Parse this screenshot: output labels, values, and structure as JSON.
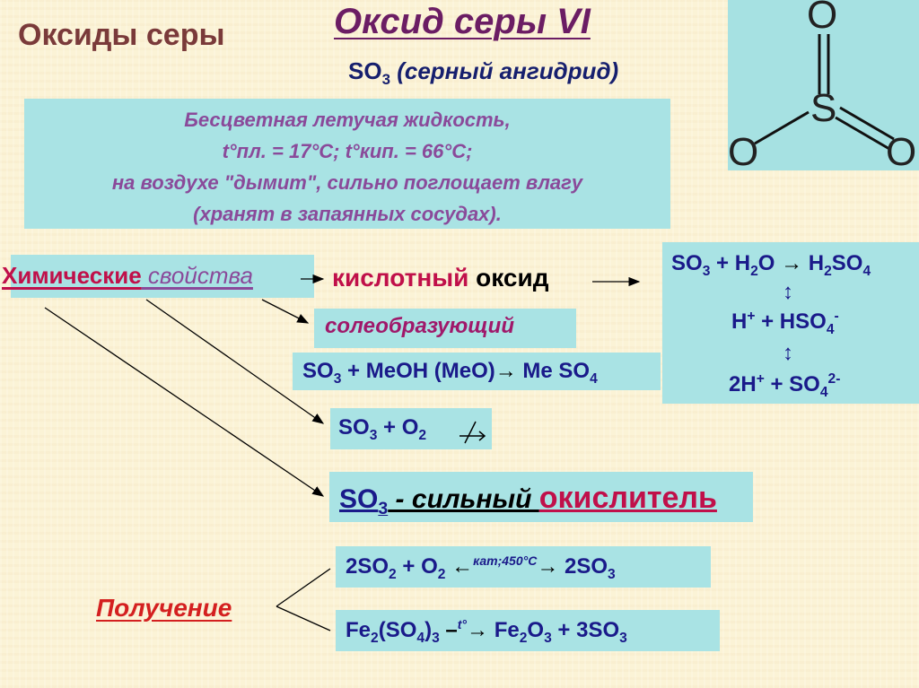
{
  "header": {
    "left_title": "Оксиды серы",
    "main_title": "Оксид серы VI",
    "formula_main": "SO",
    "formula_sub": "3",
    "formula_name": " (серный ангидрид)"
  },
  "structure": {
    "atom_center": "S",
    "atom_top": "O",
    "atom_left": "O",
    "atom_right": "O"
  },
  "properties": {
    "line1": "Бесцветная летучая жидкость,",
    "line2": "t°пл. = 17°С; t°кип. = 66°С;",
    "line3": "на воздухе \"дымит\", сильно поглощает влагу",
    "line4": "(хранят в запаянных сосудах)."
  },
  "chem": {
    "label_part1": "Химические",
    "label_part2": " свойства",
    "acidic_part1": "кислотный",
    "acidic_part2": " оксид",
    "salt_forming": "солеобразующий",
    "reaction_base": {
      "a": "SO",
      "a_sub": "3",
      "b": " + MeOH (MeO)",
      "arrow": "→",
      "c": " Me SO",
      "c_sub": "4"
    },
    "reaction_oxygen": {
      "a": "SO",
      "a_sub": "3",
      "b": " + O",
      "b_sub": "2"
    },
    "oxidizer": {
      "a": "SO",
      "a_sub": "3",
      "b": " - сильный ",
      "c": "окислитель"
    }
  },
  "water_reaction": {
    "line1": {
      "a": "SO",
      "a_sub": "3",
      "b": " + H",
      "b_sub": "2",
      "c": "O ",
      "arrow": "→",
      "d": " H",
      "d_sub": "2",
      "e": "SO",
      "e_sub": "4"
    },
    "updown1": "↕",
    "line2": {
      "a": "H",
      "a_sup": "+",
      "b": " + HSO",
      "b_sub": "4",
      "b_sup": "-"
    },
    "updown2": "↕",
    "line3": {
      "a": "2H",
      "a_sup": "+",
      "b": " + SO",
      "b_sub": "4",
      "b_sup": "2-"
    }
  },
  "obtaining": {
    "label": "Получение",
    "reaction1": {
      "a": "2SO",
      "a_sub": "2",
      "b": " + O",
      "b_sub": "2",
      "arrow_left": "←",
      "cond": "кат;450°С",
      "arrow_right": "→",
      "c": " 2SO",
      "c_sub": "3"
    },
    "reaction2": {
      "a": "Fe",
      "a_sub": "2",
      "b": "(SO",
      "b_sub": "4",
      "c": ")",
      "c_sub": "3",
      "dash": " –",
      "cond": "t°",
      "arrow": "→",
      "d": " Fe",
      "d_sub": "2",
      "e": "O",
      "e_sub": "3",
      "f": " + 3SO",
      "f_sub": "3"
    }
  },
  "colors": {
    "background": "#fbf3d6",
    "box": "#a9e3e4",
    "title_purple": "#6b1d64",
    "left_title": "#7a3a3a",
    "navy": "#161f6e",
    "crimson": "#c0104a",
    "red": "#d42020",
    "purple_prop": "#8a4a9a"
  }
}
